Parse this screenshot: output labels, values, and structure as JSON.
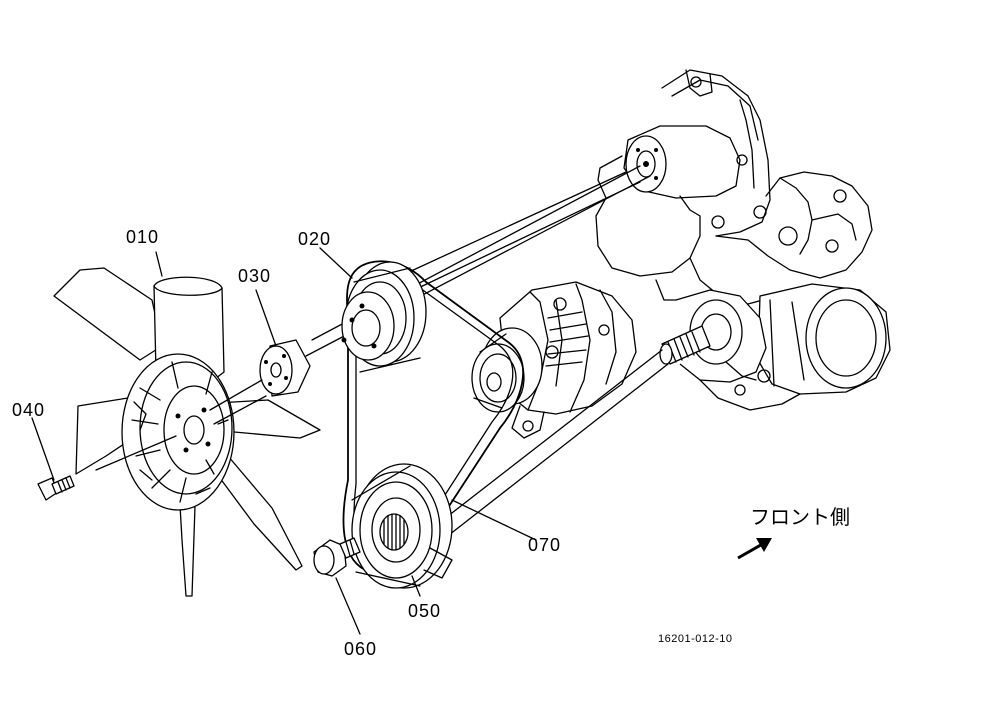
{
  "callouts": {
    "p010": "010",
    "p020": "020",
    "p030": "030",
    "p040": "040",
    "p050": "050",
    "p060": "060",
    "p070": "070"
  },
  "direction_note": "フロント側",
  "drawing_number": "16201-012-10"
}
